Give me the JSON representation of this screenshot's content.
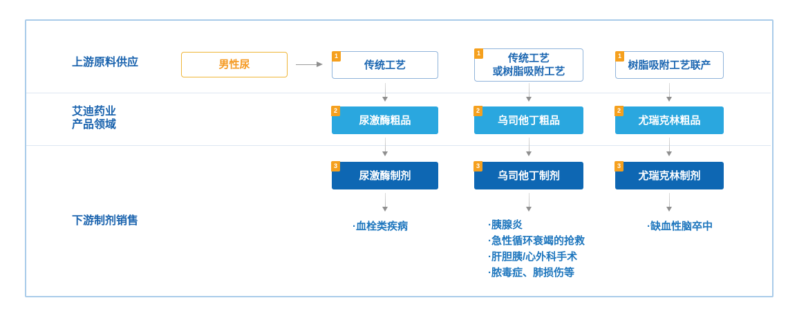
{
  "palette": {
    "label_blue": "#1a63ae",
    "process_border_blue": "#8fb3da",
    "crude_fill_blue": "#2aa7df",
    "formulation_fill_blue": "#0e67b3",
    "source_border_orange": "#efb537",
    "source_text_orange": "#f59a23",
    "badge_orange": "#f5a01e",
    "arrow_gray": "#8f8f8f",
    "frame_border_blue": "#a9cbe9",
    "divider_gray": "#dde6f1",
    "indication_blue": "#1c75bd"
  },
  "row_labels": {
    "upstream": "上游原料供应",
    "company": "艾迪药业\n产品领域",
    "downstream": "下游制剂销售"
  },
  "source": {
    "label": "男性尿"
  },
  "columns": [
    {
      "process": {
        "badge": "1",
        "line1": "传统工艺",
        "line2": ""
      },
      "crude": {
        "badge": "2",
        "label": "尿激酶粗品"
      },
      "formulation": {
        "badge": "3",
        "label": "尿激酶制剂"
      },
      "indications": [
        "·血栓类疾病"
      ]
    },
    {
      "process": {
        "badge": "1",
        "line1": "传统工艺",
        "line2": "或树脂吸附工艺"
      },
      "crude": {
        "badge": "2",
        "label": "乌司他丁粗品"
      },
      "formulation": {
        "badge": "3",
        "label": "乌司他丁制剂"
      },
      "indications": [
        "·胰腺炎",
        "·急性循环衰竭的抢救",
        "·肝胆胰/心外科手术",
        "·脓毒症、肺损伤等"
      ]
    },
    {
      "process": {
        "badge": "1",
        "line1": "树脂吸附工艺联产",
        "line2": ""
      },
      "crude": {
        "badge": "2",
        "label": "尤瑞克林粗品"
      },
      "formulation": {
        "badge": "3",
        "label": "尤瑞克林制剂"
      },
      "indications": [
        "·缺血性脑卒中"
      ]
    }
  ]
}
